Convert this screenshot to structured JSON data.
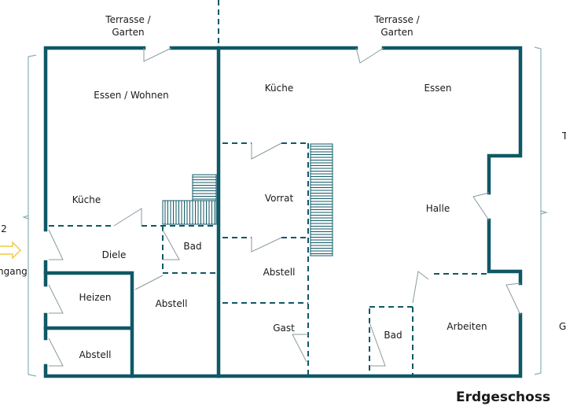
{
  "title": "Erdgeschoss",
  "colors": {
    "wall": "#0f5866",
    "arrow": "#f2c94c"
  },
  "outside_labels": {
    "terrace_left_1": "Terrasse /",
    "terrace_left_2": "Garten",
    "terrace_right_1": "Terrasse /",
    "terrace_right_2": "Garten",
    "left_number": "2",
    "entrance": "ngang",
    "right_top": "T",
    "right_bottom": "G"
  },
  "rooms": {
    "essen_wohnen": "Essen / Wohnen",
    "kueche_left": "Küche",
    "diele": "Diele",
    "bad_left": "Bad",
    "heizen": "Heizen",
    "abstell_left": "Abstell",
    "abstell_mid": "Abstell",
    "kueche_right": "Küche",
    "essen": "Essen",
    "vorrat": "Vorrat",
    "abstell_right": "Abstell",
    "halle": "Halle",
    "gast": "Gast",
    "bad_right": "Bad",
    "arbeiten": "Arbeiten"
  }
}
